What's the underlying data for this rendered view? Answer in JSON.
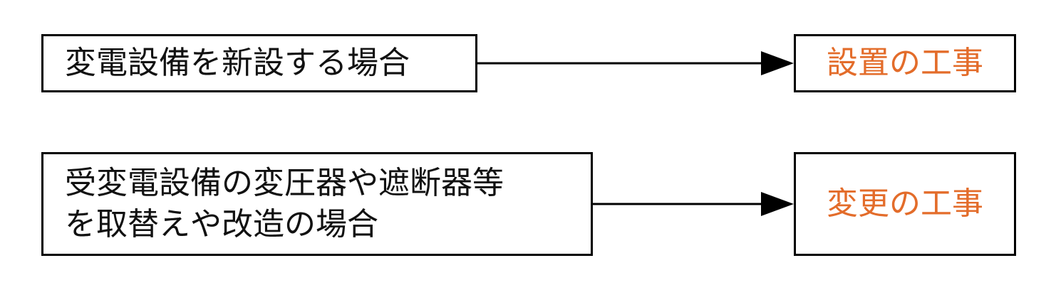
{
  "rows": [
    {
      "condition_lines": [
        "変電設備を新設する場合"
      ],
      "result": "設置の工事"
    },
    {
      "condition_lines": [
        "受変電設備の変圧器や遮断器等",
        "を取替えや改造の場合"
      ],
      "result": "変更の工事"
    }
  ],
  "colors": {
    "result_text": "#e36c2a",
    "border": "#000000"
  }
}
